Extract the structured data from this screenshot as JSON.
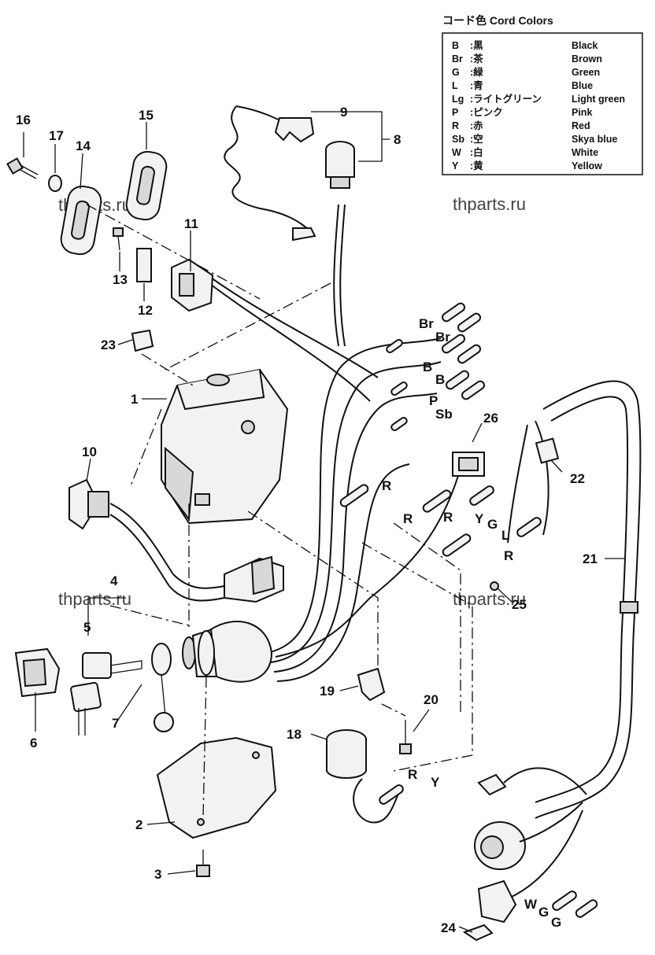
{
  "legend": {
    "title": "コード色 Cord Colors",
    "rows": [
      {
        "code": "B",
        "jp": ":黒",
        "en": "Black"
      },
      {
        "code": "Br",
        "jp": ":茶",
        "en": "Brown"
      },
      {
        "code": "G",
        "jp": ":緑",
        "en": "Green"
      },
      {
        "code": "L",
        "jp": ":青",
        "en": "Blue"
      },
      {
        "code": "Lg",
        "jp": ":ライトグリーン",
        "en": "Light green"
      },
      {
        "code": "P",
        "jp": ":ピンク",
        "en": "Pink"
      },
      {
        "code": "R",
        "jp": ":赤",
        "en": "Red"
      },
      {
        "code": "Sb",
        "jp": ":空",
        "en": "Skya blue"
      },
      {
        "code": "W",
        "jp": ":白",
        "en": "White"
      },
      {
        "code": "Y",
        "jp": ":黄",
        "en": "Yellow"
      }
    ]
  },
  "watermarks": [
    "thparts.ru",
    "thparts.ru",
    "thparts.ru",
    "thparts.ru"
  ],
  "callouts": {
    "n1": "1",
    "n2": "2",
    "n3": "3",
    "n4": "4",
    "n5": "5",
    "n6": "6",
    "n7": "7",
    "n8": "8",
    "n9": "9",
    "n10": "10",
    "n11": "11",
    "n12": "12",
    "n13": "13",
    "n14": "14",
    "n15": "15",
    "n16": "16",
    "n17": "17",
    "n18": "18",
    "n19": "19",
    "n20": "20",
    "n21": "21",
    "n22": "22",
    "n23": "23",
    "n24": "24",
    "n25": "25",
    "n26": "26"
  },
  "wire_labels": {
    "br1": "Br",
    "br2": "Br",
    "b1": "B",
    "b2": "B",
    "p": "P",
    "sb": "Sb",
    "r1": "R",
    "r2": "R",
    "r3": "R",
    "y1": "Y",
    "g1": "G",
    "l1": "L",
    "r4": "R",
    "r5": "R",
    "y2": "Y",
    "w": "W",
    "g2": "G",
    "g3": "G"
  },
  "colors": {
    "line": "#111111",
    "fill": "#f2f2f2",
    "shade": "#d8d8d8",
    "background": "#ffffff"
  }
}
